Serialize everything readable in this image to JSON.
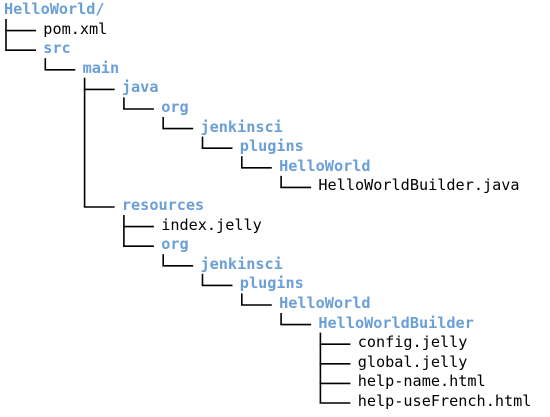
{
  "tree": {
    "colors": {
      "directory": "#6a9fd8",
      "file": "#000000",
      "connector": "#000000"
    },
    "nodes": [
      {
        "label": "HelloWorld/",
        "type": "dir",
        "depth": 0,
        "parent": null
      },
      {
        "label": "pom.xml",
        "type": "file",
        "depth": 1,
        "parent": 0
      },
      {
        "label": "src",
        "type": "dir",
        "depth": 1,
        "parent": 0
      },
      {
        "label": "main",
        "type": "dir",
        "depth": 2,
        "parent": 2
      },
      {
        "label": "java",
        "type": "dir",
        "depth": 3,
        "parent": 3
      },
      {
        "label": "org",
        "type": "dir",
        "depth": 4,
        "parent": 4
      },
      {
        "label": "jenkinsci",
        "type": "dir",
        "depth": 5,
        "parent": 5
      },
      {
        "label": "plugins",
        "type": "dir",
        "depth": 6,
        "parent": 6
      },
      {
        "label": "HelloWorld",
        "type": "dir",
        "depth": 7,
        "parent": 7
      },
      {
        "label": "HelloWorldBuilder.java",
        "type": "file",
        "depth": 8,
        "parent": 8
      },
      {
        "label": "resources",
        "type": "dir",
        "depth": 3,
        "parent": 3
      },
      {
        "label": "index.jelly",
        "type": "file",
        "depth": 4,
        "parent": 10
      },
      {
        "label": "org",
        "type": "dir",
        "depth": 4,
        "parent": 10
      },
      {
        "label": "jenkinsci",
        "type": "dir",
        "depth": 5,
        "parent": 12
      },
      {
        "label": "plugins",
        "type": "dir",
        "depth": 6,
        "parent": 13
      },
      {
        "label": "HelloWorld",
        "type": "dir",
        "depth": 7,
        "parent": 14
      },
      {
        "label": "HelloWorldBuilder",
        "type": "dir",
        "depth": 8,
        "parent": 15
      },
      {
        "label": "config.jelly",
        "type": "file",
        "depth": 9,
        "parent": 16
      },
      {
        "label": "global.jelly",
        "type": "file",
        "depth": 9,
        "parent": 16
      },
      {
        "label": "help-name.html",
        "type": "file",
        "depth": 9,
        "parent": 16
      },
      {
        "label": "help-useFrench.html",
        "type": "file",
        "depth": 9,
        "parent": 16
      }
    ]
  }
}
